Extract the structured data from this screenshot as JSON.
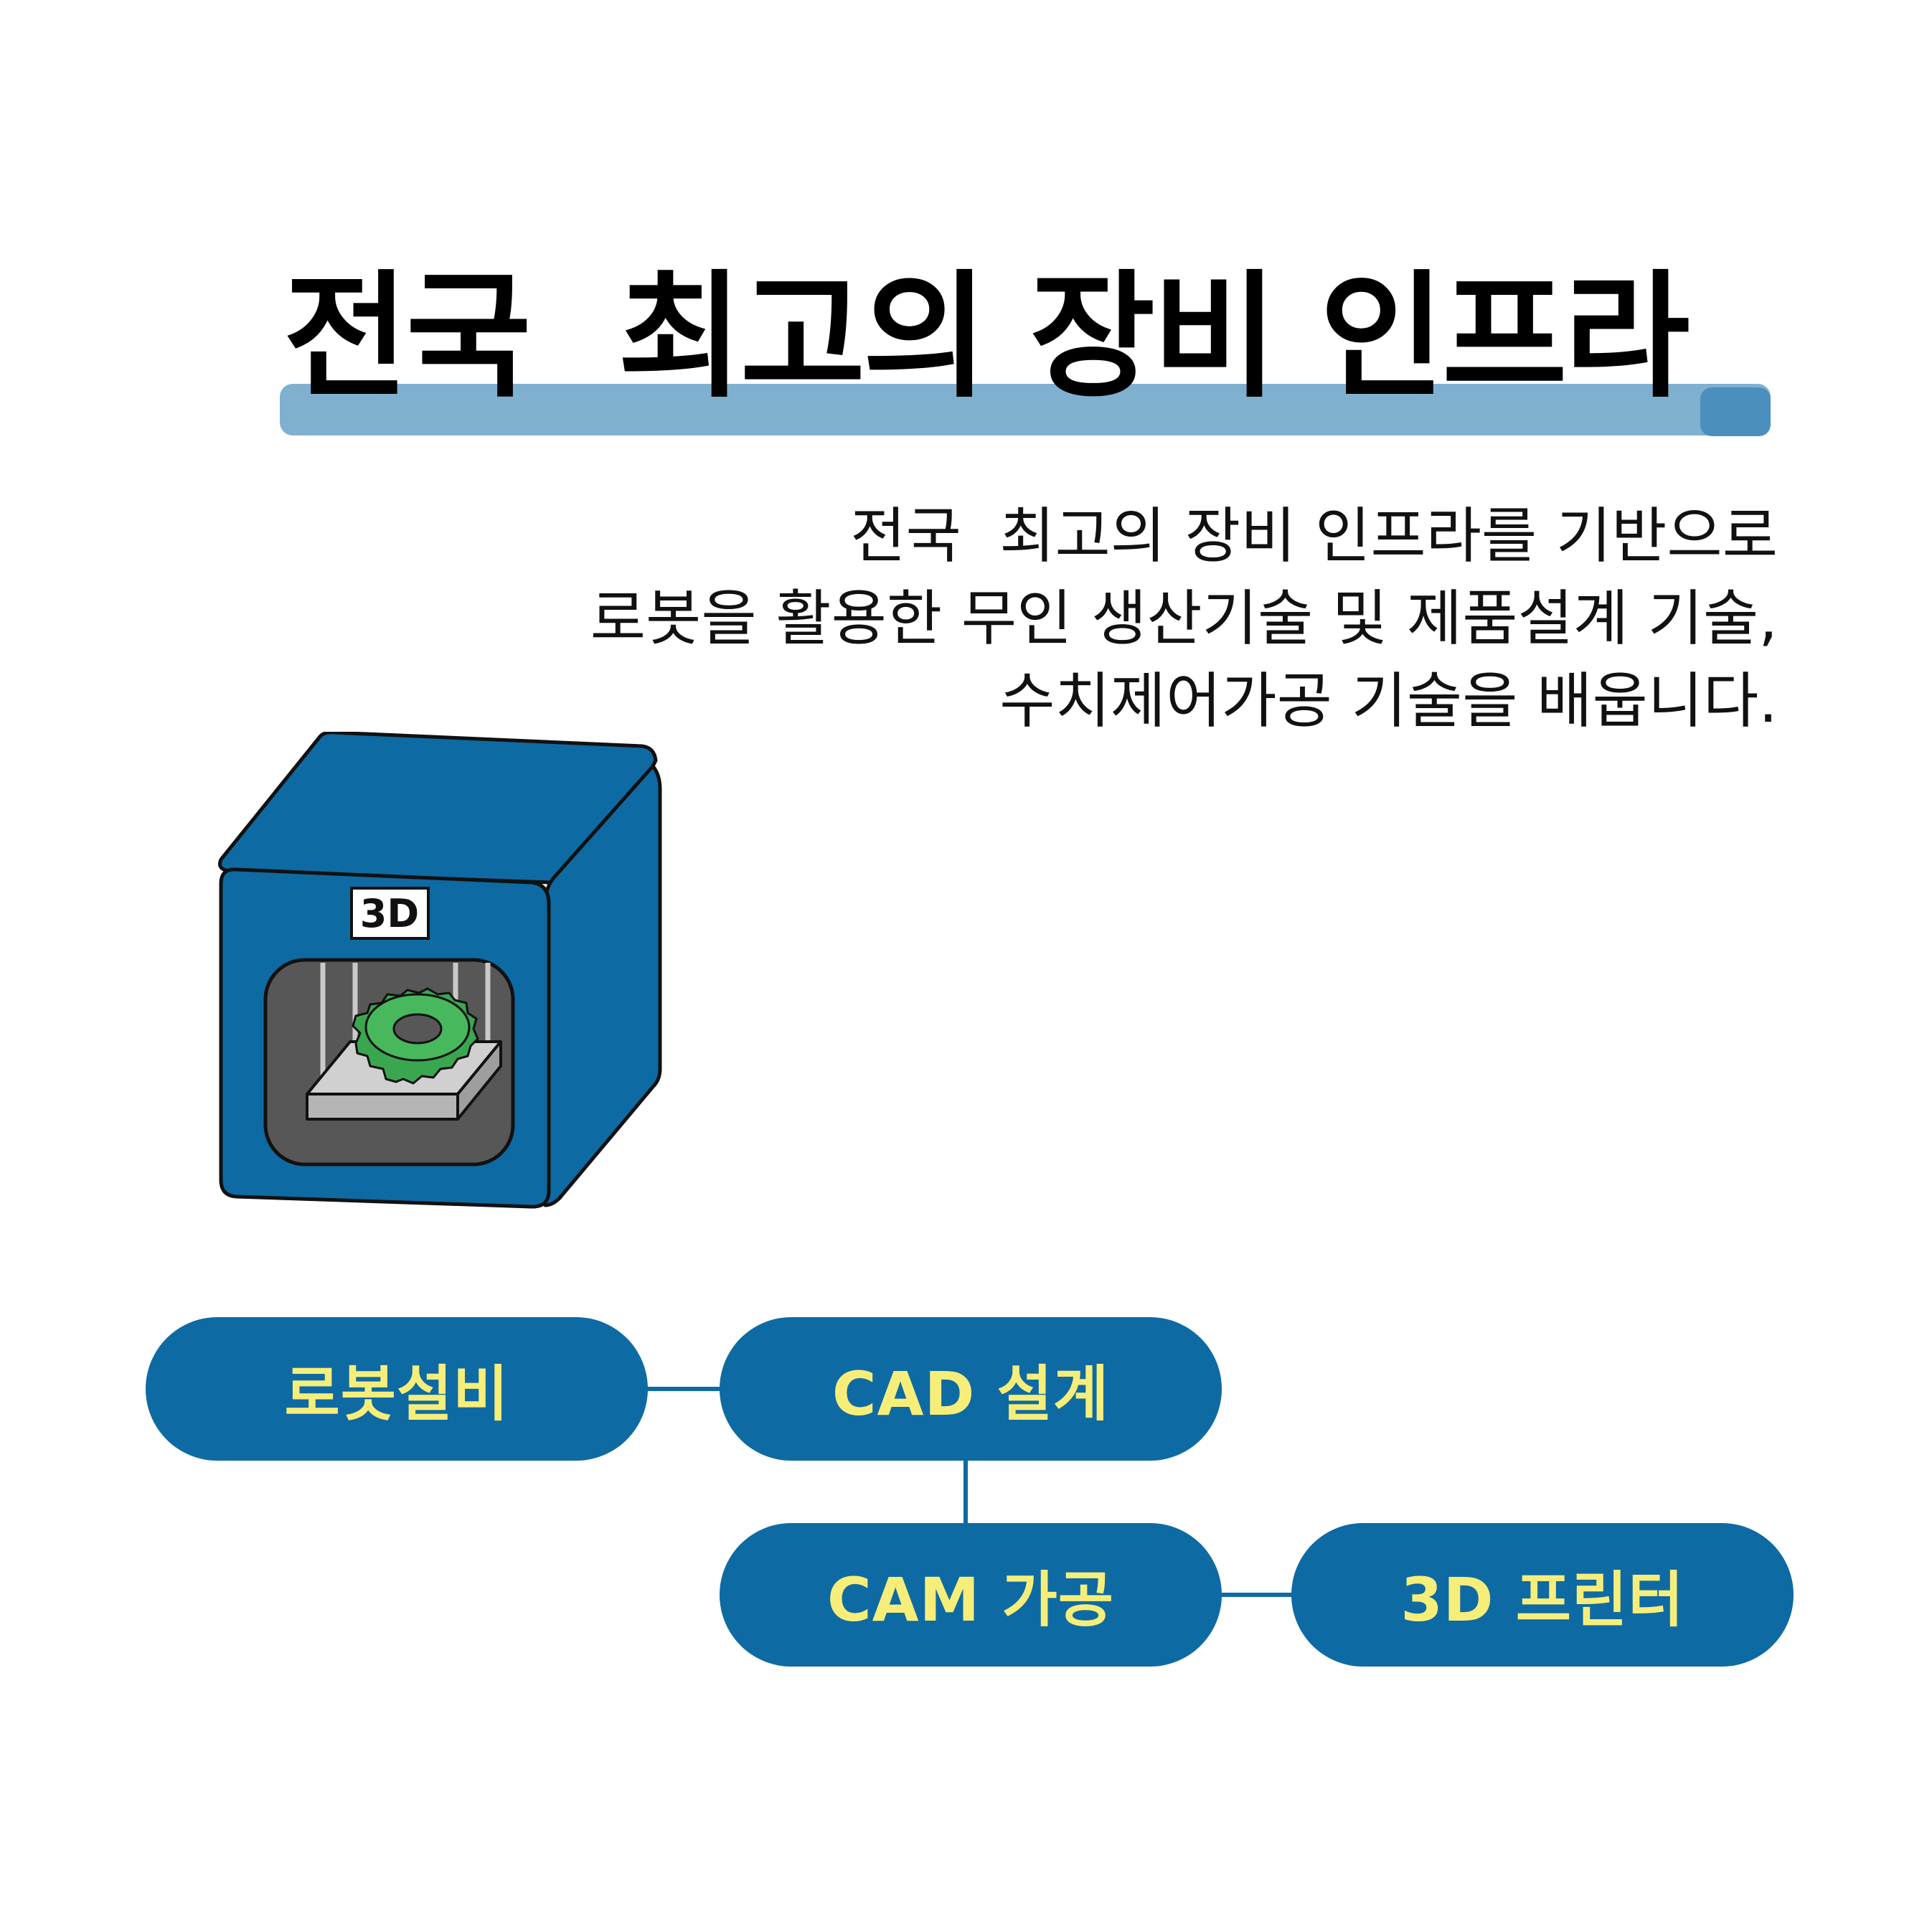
{
  "title": "전국  최고의 장비 인프라",
  "description": {
    "lines": [
      "전국  최고의 장비 인프라를 기반으로",
      "로봇을 활용한 무인 생산기술 및 제품설계 기술,",
      "수치제어가공 기술을 배웁니다."
    ]
  },
  "illustration": {
    "label": "3D",
    "icon": "3d-printer-icon"
  },
  "flow": {
    "nodes": [
      {
        "id": "robot",
        "label": "로봇설비"
      },
      {
        "id": "cad",
        "label": "CAD 설계"
      },
      {
        "id": "cam",
        "label": "CAM 가공"
      },
      {
        "id": "printer",
        "label": "3D 프린터"
      }
    ]
  },
  "colors": {
    "primary_blue": "#0e6aa3",
    "pill_text_yellow": "#f7ee7a",
    "highlight_blue": "#7fb0d0",
    "gear_green": "#3aa650"
  }
}
